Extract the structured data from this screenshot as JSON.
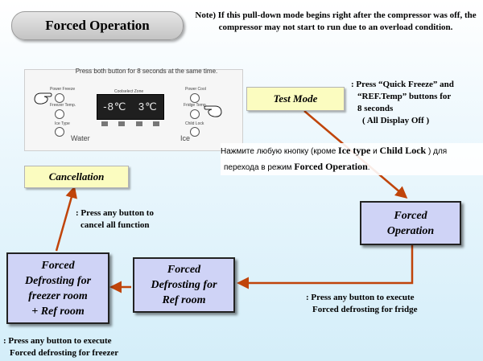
{
  "title": "Forced Operation",
  "note": {
    "line1": "Note) If this pull-down mode begins right after the compressor was off, the",
    "line2": "compressor may not start to run due to an overload condition."
  },
  "panel": {
    "caption": "Press both button for 8 seconds at the same time.",
    "labels": {
      "power_freeze": "Power Freeze",
      "freezer_temp": "Freezer Temp.",
      "ice_type": "Ice Type",
      "power_cool": "Power Cool",
      "fridge_temp": "Fridge Temp.",
      "child_lock": "Child Lock",
      "display_header": "Coolselect Zone",
      "display_left": "-8℃",
      "display_right": "3℃",
      "water": "Water",
      "ice": "Ice"
    }
  },
  "nodes": {
    "test_mode": "Test Mode",
    "cancellation": "Cancellation",
    "forced_operation": [
      "Forced",
      "Operation"
    ],
    "defrost_ref": [
      "Forced",
      "Defrosting for",
      "Ref  room"
    ],
    "defrost_freezer": [
      "Forced",
      "Defrosting for",
      "freezer room",
      "+ Ref room"
    ]
  },
  "annotations": {
    "test_mode": [
      ": Press “Quick Freeze” and",
      "“REF.Temp” buttons for",
      "8 seconds",
      "( All Display Off )"
    ],
    "cancel": [
      ": Press any button to",
      "cancel all function"
    ],
    "fridge": [
      ": Press any button to execute",
      "Forced defrosting for fridge"
    ],
    "freezer": [
      ": Press any button to execute",
      "Forced defrosting for freezer"
    ]
  },
  "russian": {
    "part1": "Нажмите любую кнопку (кроме ",
    "ice_type": "Ice type",
    "and": " и ",
    "child_lock": "Child Lock",
    "part2": " ) для",
    "line2": "перехода в  режим ",
    "forced_operation": "Forced Operation",
    "period": "."
  },
  "colors": {
    "arrow": "#c0440a",
    "yellow_box": "#fbfcc0",
    "blue_box": "#cfd3f6"
  }
}
